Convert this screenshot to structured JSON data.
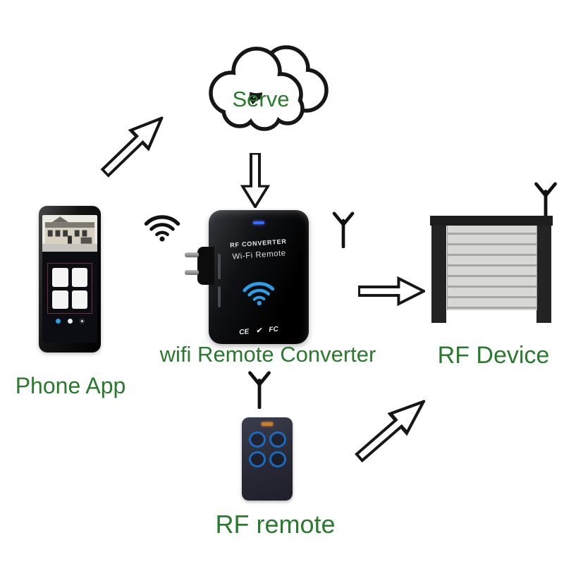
{
  "nodes": {
    "cloud": {
      "label": "Serve"
    },
    "phone": {
      "label": "Phone App"
    },
    "converter": {
      "label": "wifi Remote Converter",
      "print_line1": "RF CONVERTER",
      "print_line2": "Wi-Fi Remote",
      "cert_ce": "CE",
      "cert_check": "✔",
      "cert_fcc": "FC"
    },
    "rf_device": {
      "label": "RF Device"
    },
    "rf_remote": {
      "label": "RF remote"
    }
  },
  "icons": {
    "wifi": "wifi-arcs",
    "antenna": "y-antenna",
    "arrow": "outline-arrow",
    "cloud": "cloud-outline"
  },
  "colors": {
    "label_green": "#2a7a2e",
    "outline_black": "#161616",
    "device_wifi_blue": "#2aa0ea",
    "device_led_blue": "#3d6bff",
    "remote_button_blue": "#1a6bbf",
    "remote_led_orange": "#d07a2c",
    "garage_door_gray": "#d7d7d4"
  }
}
